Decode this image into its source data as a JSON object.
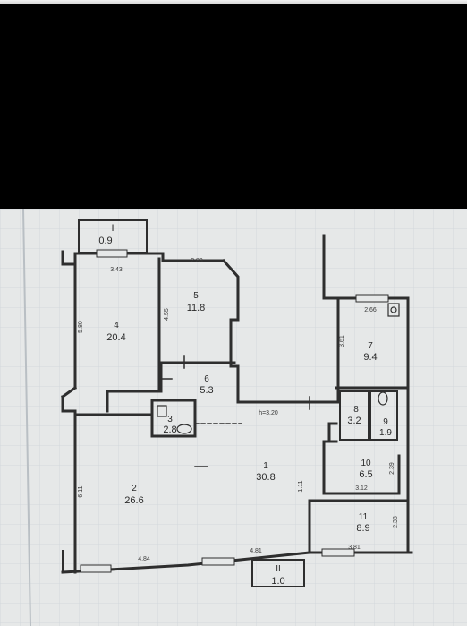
{
  "colors": {
    "background": "#000000",
    "paper": "#e6e8e8",
    "wall": "#2e2e2e",
    "grid": "#c9cfd6"
  },
  "rooms": [
    {
      "number": "1",
      "area": "30.8"
    },
    {
      "number": "2",
      "area": "26.6"
    },
    {
      "number": "3",
      "area": "2.8"
    },
    {
      "number": "4",
      "area": "20.4"
    },
    {
      "number": "5",
      "area": "11.8"
    },
    {
      "number": "6",
      "area": "5.3"
    },
    {
      "number": "7",
      "area": "9.4"
    },
    {
      "number": "8",
      "area": "3.2"
    },
    {
      "number": "9",
      "area": "1.9"
    },
    {
      "number": "10",
      "area": "6.5"
    },
    {
      "number": "11",
      "area": "8.9"
    }
  ],
  "balconies": [
    {
      "number": "I",
      "area": "0.9"
    },
    {
      "number": "II",
      "area": "1.0"
    }
  ],
  "dimensions": {
    "d343": "3.43",
    "d289": "2.89",
    "d580": "5.80",
    "d455": "4.55",
    "d266": "2.66",
    "d361": "3.61",
    "ceiling": "h=3.20",
    "d611": "6.11",
    "d484": "4.84",
    "d481": "4.81",
    "d381": "3.81",
    "d312": "3.12",
    "d111": "1.11",
    "d239": "2.39",
    "d238": "2.38"
  }
}
